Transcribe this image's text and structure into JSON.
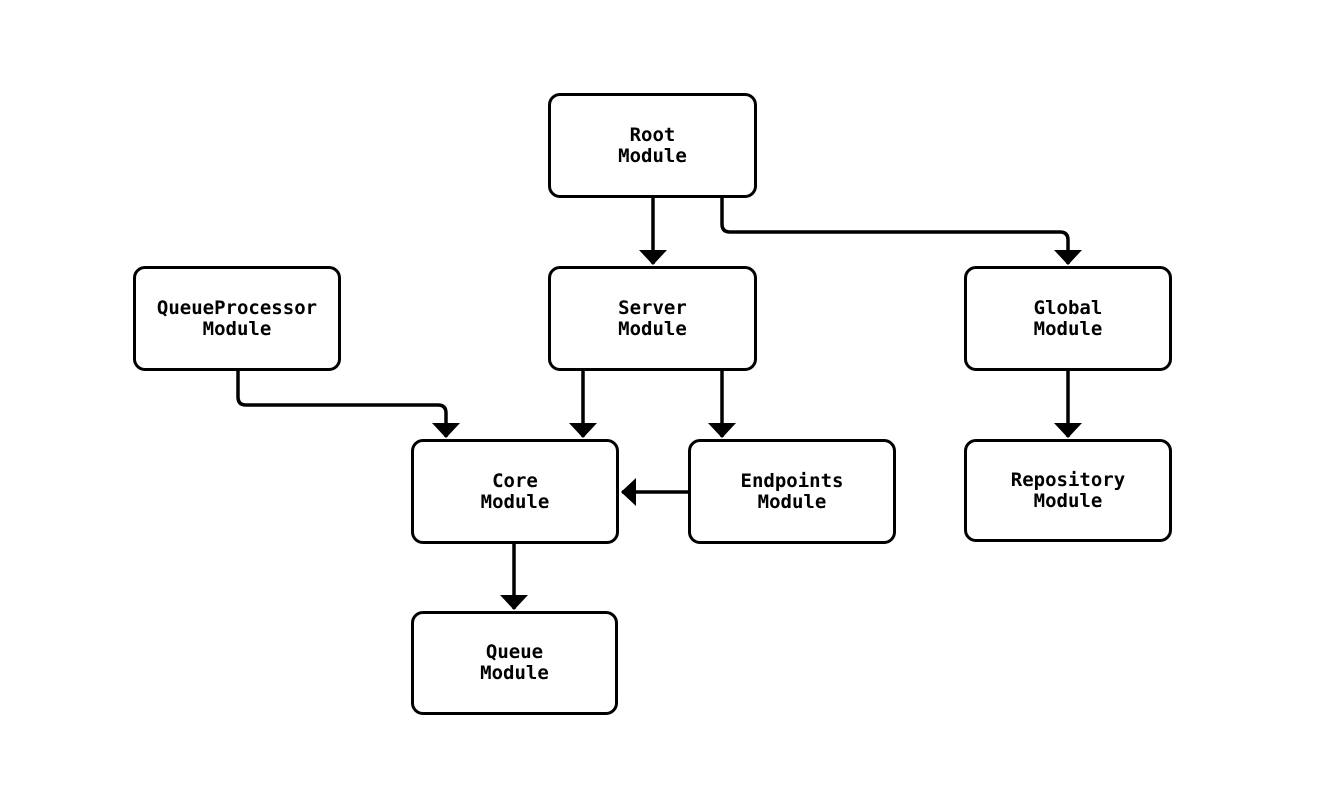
{
  "diagram": {
    "nodes": [
      {
        "id": "root",
        "line1": "Root",
        "line2": "Module"
      },
      {
        "id": "queueprocessor",
        "line1": "QueueProcessor",
        "line2": "Module"
      },
      {
        "id": "server",
        "line1": "Server",
        "line2": "Module"
      },
      {
        "id": "global",
        "line1": "Global",
        "line2": "Module"
      },
      {
        "id": "core",
        "line1": "Core",
        "line2": "Module"
      },
      {
        "id": "endpoints",
        "line1": "Endpoints",
        "line2": "Module"
      },
      {
        "id": "repository",
        "line1": "Repository",
        "line2": "Module"
      },
      {
        "id": "queue",
        "line1": "Queue",
        "line2": "Module"
      }
    ],
    "edges": [
      {
        "from": "Root Module",
        "to": "Server Module"
      },
      {
        "from": "Root Module",
        "to": "Global Module"
      },
      {
        "from": "QueueProcessor Module",
        "to": "Core Module"
      },
      {
        "from": "Server Module",
        "to": "Core Module"
      },
      {
        "from": "Server Module",
        "to": "Endpoints Module"
      },
      {
        "from": "Endpoints Module",
        "to": "Core Module"
      },
      {
        "from": "Core Module",
        "to": "Queue Module"
      },
      {
        "from": "Global Module",
        "to": "Repository Module"
      }
    ],
    "colors": {
      "background": "#ffffff",
      "node_fill": "#ffffff",
      "node_border": "#000000",
      "edge": "#000000",
      "text": "#000000"
    }
  }
}
